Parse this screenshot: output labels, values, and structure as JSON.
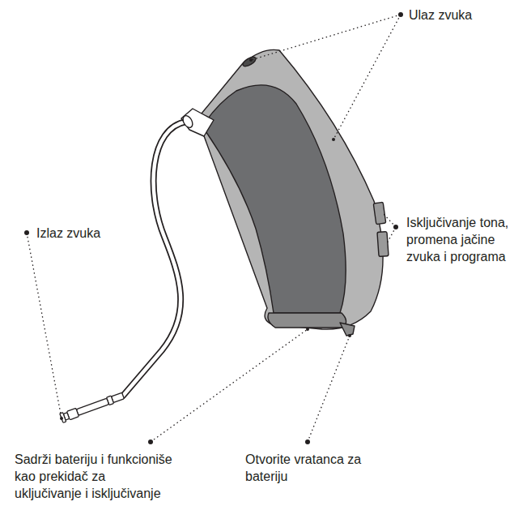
{
  "diagram": {
    "labels": [
      "Ulaz zvuka",
      "Izlaz zvuka",
      "Isključivanje tona, promena jačine zvuka i programa",
      "Sadrži bateriju i funkcioniše kao prekidač za uključivanje i isključivanje",
      "Otvorite vratanca za bateriju"
    ]
  }
}
